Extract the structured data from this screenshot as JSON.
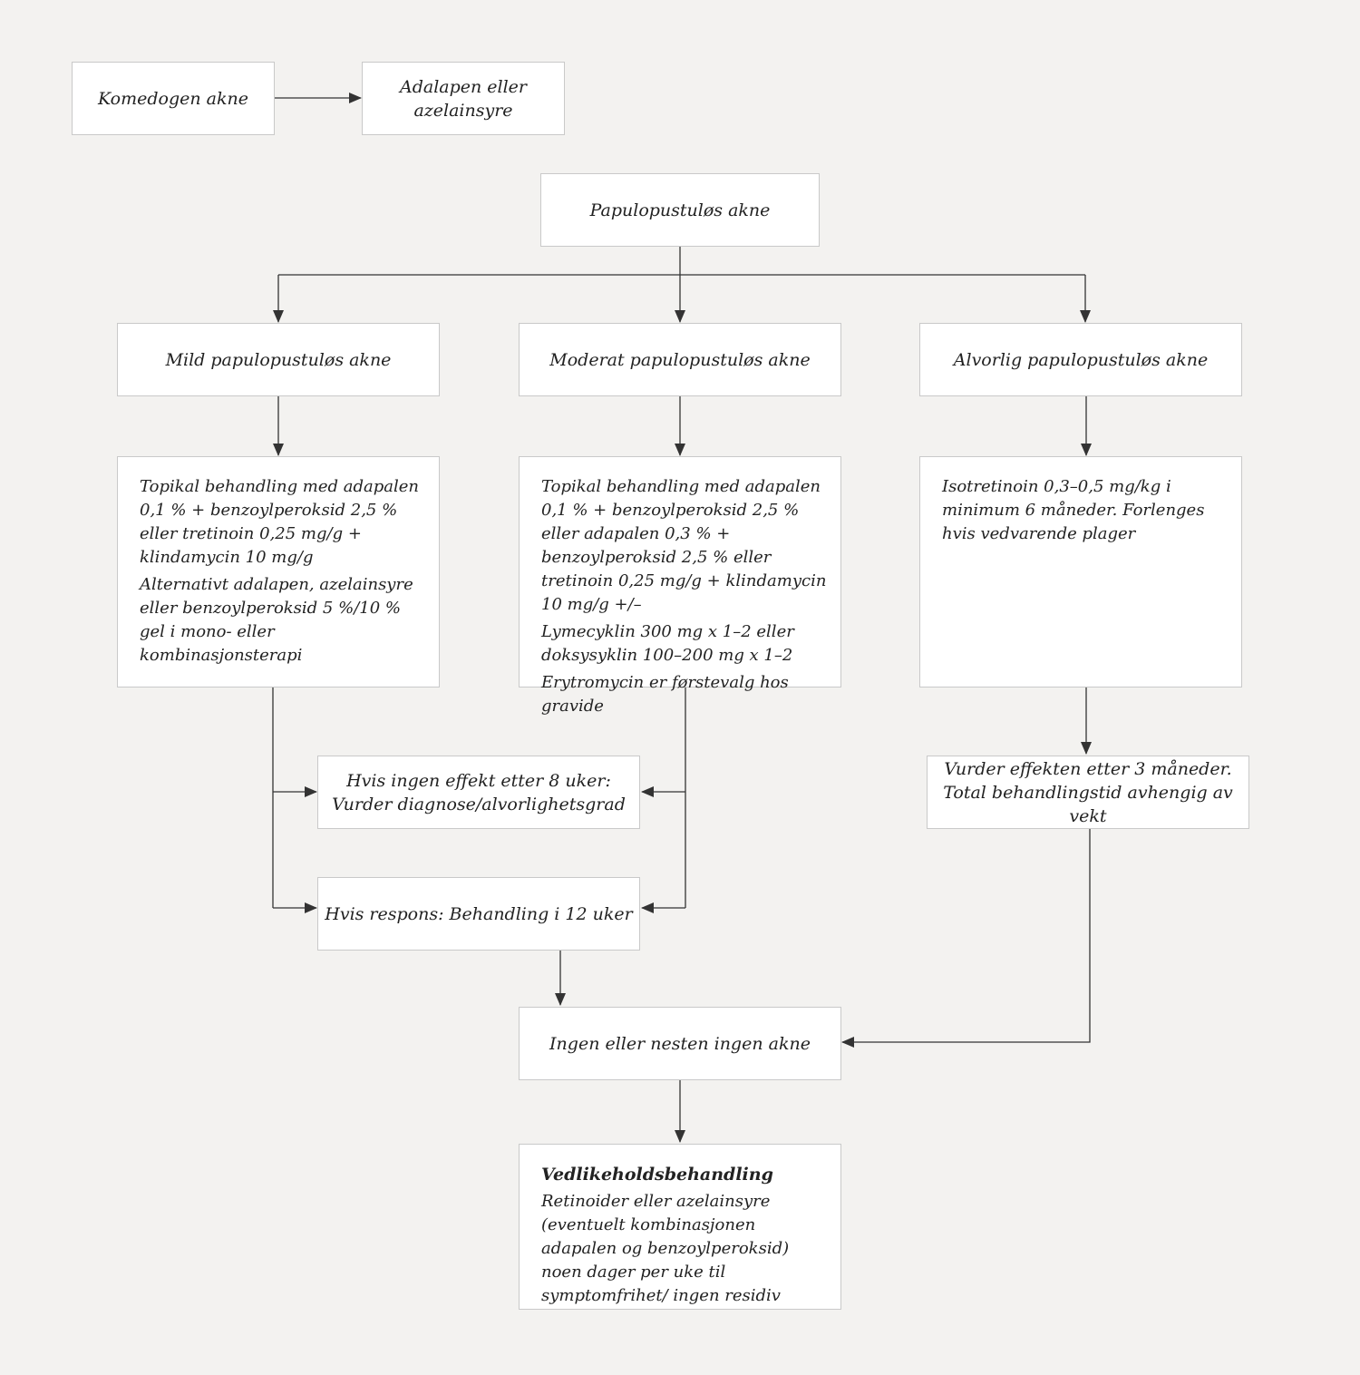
{
  "comedonal": {
    "label": "Komedogen akne",
    "treatment": "Adalapen eller\nazelainsyre"
  },
  "papulo": {
    "label": "Papulopustuløs akne"
  },
  "mild": {
    "label": "Mild papulopustuløs akne",
    "treatment_1": "Topikal behandling med adapalen 0,1 % + benzoylperoksid 2,5 % eller tretinoin 0,25 mg/g + klindamycin 10 mg/g",
    "treatment_2": "Alternativt adalapen, azelainsyre eller benzoylperoksid 5 %/10 % gel i mono- eller kombinasjonsterapi"
  },
  "moderate": {
    "label": "Moderat papulopustuløs akne",
    "treatment_1": "Topikal behandling med adapalen 0,1 % + benzoylperoksid 2,5 % eller adapalen 0,3 % + benzoylperoksid 2,5 % eller tretinoin 0,25 mg/g + klindamycin 10 mg/g +/–",
    "treatment_2": "Lymecyklin 300 mg x 1–2 eller doksysyklin 100–200 mg x 1–2",
    "treatment_3": "Erytromycin er førstevalg hos gravide"
  },
  "severe": {
    "label": "Alvorlig papulopustuløs akne",
    "treatment": "Isotretinoin 0,3–0,5 mg/kg i minimum 6 måneder. Forlenges hvis vedvarende plager",
    "evaluate": "Vurder effekten etter 3 måneder.\nTotal behandlingstid avhengig av vekt"
  },
  "no_effect": "Hvis ingen effekt etter 8 uker:\nVurder diagnose/alvorlighetsgrad",
  "response": "Hvis respons: Behandling i 12 uker",
  "no_acne": "Ingen eller nesten ingen akne",
  "maintenance": {
    "title": "Vedlikeholdsbehandling",
    "text": "Retinoider eller azelainsyre (eventuelt kombinasjonen adapalen og benzoylperoksid) noen dager per uke til symptomfrihet/ ingen residiv"
  },
  "colors": {
    "background": "#f3f2f0",
    "box_fill": "#ffffff",
    "box_border": "#c9c9c9",
    "line": "#333333"
  }
}
